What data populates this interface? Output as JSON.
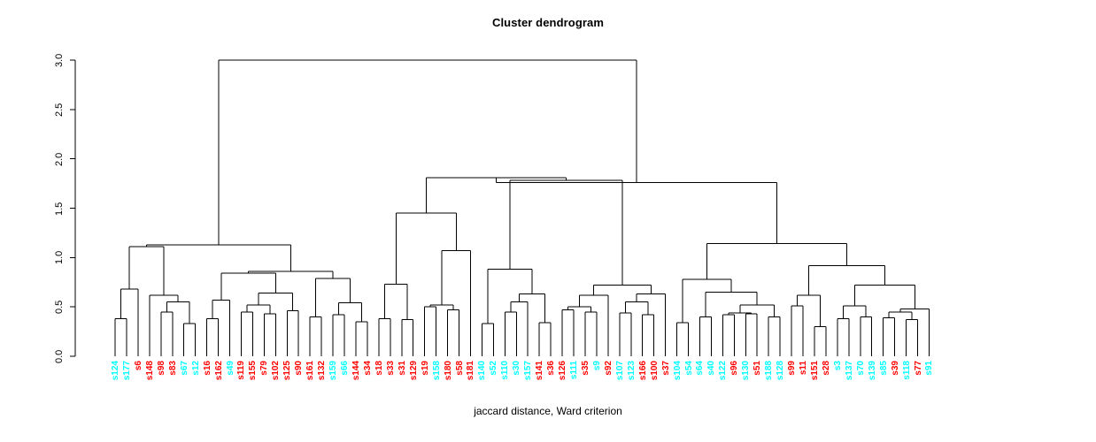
{
  "title": "Cluster dendrogram",
  "xlabel": "jaccard distance, Ward criterion",
  "ylabel": "",
  "colors": {
    "cyan": "#00ffff",
    "red": "#ff0000",
    "line": "#000000",
    "background": "#ffffff"
  },
  "chart_data": {
    "type": "dendrogram",
    "title": "Cluster dendrogram",
    "xlabel": "jaccard distance, Ward criterion",
    "ylabel": "",
    "ylim": [
      0.0,
      3.0
    ],
    "yticks": [
      "0.0",
      "0.5",
      "1.0",
      "1.5",
      "2.0",
      "2.5",
      "3.0"
    ],
    "ytick_values": [
      0.0,
      0.5,
      1.0,
      1.5,
      2.0,
      2.5,
      3.0
    ],
    "grid": false,
    "legend": "none",
    "n_leaves": 71,
    "leaf_labels": [
      "s124",
      "s177",
      "s6",
      "s148",
      "s98",
      "s83",
      "s67",
      "s12",
      "s16",
      "s162",
      "s49",
      "s119",
      "s155",
      "s79",
      "s102",
      "s125",
      "s90",
      "s161",
      "s132",
      "s159",
      "s66",
      "s144",
      "s34",
      "s18",
      "s33",
      "s31",
      "s129",
      "s19",
      "s158",
      "s180",
      "s58",
      "s181",
      "s140",
      "s52",
      "s110",
      "s30",
      "s157",
      "s141",
      "s36",
      "s126",
      "s111",
      "s35",
      "s9",
      "s92",
      "s107",
      "s123",
      "s166",
      "s100",
      "s37",
      "s104",
      "s54",
      "s64",
      "s40",
      "s122",
      "s96",
      "s130",
      "s51",
      "s188",
      "s128",
      "s99",
      "s11",
      "s151",
      "s28",
      "s3",
      "s137",
      "s70",
      "s139",
      "s85",
      "s39",
      "s118",
      "s77",
      "s91"
    ],
    "leaf_colors": [
      "cyan",
      "cyan",
      "red",
      "red",
      "red",
      "red",
      "cyan",
      "cyan",
      "red",
      "red",
      "cyan",
      "red",
      "red",
      "red",
      "red",
      "red",
      "red",
      "red",
      "red",
      "cyan",
      "cyan",
      "red",
      "red",
      "red",
      "red",
      "red",
      "red",
      "red",
      "cyan",
      "red",
      "red",
      "red",
      "cyan",
      "cyan",
      "cyan",
      "cyan",
      "cyan",
      "red",
      "red",
      "red",
      "cyan",
      "red",
      "cyan",
      "red",
      "cyan",
      "cyan",
      "red",
      "red",
      "red",
      "cyan",
      "cyan",
      "cyan",
      "cyan",
      "cyan",
      "red",
      "cyan",
      "red",
      "cyan",
      "cyan",
      "red",
      "red",
      "red",
      "red",
      "cyan",
      "cyan",
      "cyan",
      "cyan",
      "cyan",
      "red",
      "cyan",
      "red",
      "cyan"
    ],
    "merges": [
      {
        "id": "m1",
        "left": "s124",
        "right": "s177",
        "height": 0.38
      },
      {
        "id": "m2",
        "left": "m1",
        "right": "s6",
        "height": 0.68
      },
      {
        "id": "m3",
        "left": "s98",
        "right": "s83",
        "height": 0.45
      },
      {
        "id": "m4",
        "left": "s67",
        "right": "s12",
        "height": 0.33
      },
      {
        "id": "m5",
        "left": "m3",
        "right": "m4",
        "height": 0.55
      },
      {
        "id": "m6",
        "left": "s148",
        "right": "m5",
        "height": 0.62
      },
      {
        "id": "m7",
        "left": "m2",
        "right": "m6",
        "height": 1.11
      },
      {
        "id": "m8",
        "left": "s16",
        "right": "s162",
        "height": 0.38
      },
      {
        "id": "m9",
        "left": "m8",
        "right": "s49",
        "height": 0.57
      },
      {
        "id": "m10",
        "left": "s119",
        "right": "s155",
        "height": 0.45
      },
      {
        "id": "m11",
        "left": "s79",
        "right": "s102",
        "height": 0.43
      },
      {
        "id": "m12",
        "left": "m10",
        "right": "m11",
        "height": 0.52
      },
      {
        "id": "m13",
        "left": "s125",
        "right": "s90",
        "height": 0.46
      },
      {
        "id": "m14",
        "left": "m12",
        "right": "m13",
        "height": 0.64
      },
      {
        "id": "m15",
        "left": "m9",
        "right": "m14",
        "height": 0.84
      },
      {
        "id": "m16",
        "left": "s161",
        "right": "s132",
        "height": 0.4
      },
      {
        "id": "m17",
        "left": "s159",
        "right": "s66",
        "height": 0.42
      },
      {
        "id": "m18",
        "left": "s144",
        "right": "s34",
        "height": 0.35
      },
      {
        "id": "m19",
        "left": "m17",
        "right": "m18",
        "height": 0.54
      },
      {
        "id": "m20",
        "left": "m16",
        "right": "m19",
        "height": 0.79
      },
      {
        "id": "m21",
        "left": "m15",
        "right": "m20",
        "height": 0.86
      },
      {
        "id": "m22",
        "left": "m7",
        "right": "m21",
        "height": 1.13
      },
      {
        "id": "m23",
        "left": "s18",
        "right": "s33",
        "height": 0.38
      },
      {
        "id": "m24",
        "left": "s31",
        "right": "s129",
        "height": 0.37
      },
      {
        "id": "m25",
        "left": "m23",
        "right": "m24",
        "height": 0.73
      },
      {
        "id": "m26",
        "left": "s19",
        "right": "s158",
        "height": 0.5
      },
      {
        "id": "m27",
        "left": "s180",
        "right": "s58",
        "height": 0.47
      },
      {
        "id": "m28",
        "left": "m26",
        "right": "m27",
        "height": 0.52
      },
      {
        "id": "m29",
        "left": "m28",
        "right": "s181",
        "height": 1.07
      },
      {
        "id": "m30",
        "left": "m25",
        "right": "m29",
        "height": 1.45
      },
      {
        "id": "m31",
        "left": "s140",
        "right": "s52",
        "height": 0.33
      },
      {
        "id": "m32",
        "left": "s110",
        "right": "s30",
        "height": 0.45
      },
      {
        "id": "m33",
        "left": "m32",
        "right": "s157",
        "height": 0.55
      },
      {
        "id": "m34",
        "left": "s141",
        "right": "s36",
        "height": 0.34
      },
      {
        "id": "m35",
        "left": "m33",
        "right": "m34",
        "height": 0.63
      },
      {
        "id": "m36",
        "left": "m31",
        "right": "m35",
        "height": 0.88
      },
      {
        "id": "m37",
        "left": "s126",
        "right": "s111",
        "height": 0.47
      },
      {
        "id": "m38",
        "left": "s35",
        "right": "s9",
        "height": 0.45
      },
      {
        "id": "m39",
        "left": "m37",
        "right": "m38",
        "height": 0.5
      },
      {
        "id": "m40",
        "left": "m39",
        "right": "s92",
        "height": 0.62
      },
      {
        "id": "m41",
        "left": "s107",
        "right": "s123",
        "height": 0.44
      },
      {
        "id": "m42",
        "left": "s166",
        "right": "s100",
        "height": 0.42
      },
      {
        "id": "m43",
        "left": "m41",
        "right": "m42",
        "height": 0.55
      },
      {
        "id": "m44",
        "left": "m43",
        "right": "s37",
        "height": 0.63
      },
      {
        "id": "m45",
        "left": "m40",
        "right": "m44",
        "height": 0.72
      },
      {
        "id": "m46",
        "left": "m36",
        "right": "m45",
        "height": 1.78
      },
      {
        "id": "m47",
        "left": "m30",
        "right": "m46",
        "height": 1.81
      },
      {
        "id": "m48",
        "left": "s104",
        "right": "s54",
        "height": 0.34
      },
      {
        "id": "m49",
        "left": "s64",
        "right": "s40",
        "height": 0.4
      },
      {
        "id": "m50",
        "left": "s122",
        "right": "s96",
        "height": 0.42
      },
      {
        "id": "m51",
        "left": "s130",
        "right": "s51",
        "height": 0.43
      },
      {
        "id": "m52",
        "left": "m50",
        "right": "m51",
        "height": 0.44
      },
      {
        "id": "m53",
        "left": "s188",
        "right": "s128",
        "height": 0.4
      },
      {
        "id": "m54",
        "left": "m52",
        "right": "m53",
        "height": 0.52
      },
      {
        "id": "m55",
        "left": "m49",
        "right": "m54",
        "height": 0.65
      },
      {
        "id": "m56",
        "left": "m48",
        "right": "m55",
        "height": 0.78
      },
      {
        "id": "m57",
        "left": "s99",
        "right": "s11",
        "height": 0.51
      },
      {
        "id": "m58",
        "left": "s151",
        "right": "s28",
        "height": 0.3
      },
      {
        "id": "m59",
        "left": "m57",
        "right": "m58",
        "height": 0.62
      },
      {
        "id": "m60",
        "left": "s3",
        "right": "s137",
        "height": 0.38
      },
      {
        "id": "m61",
        "left": "s70",
        "right": "s139",
        "height": 0.4
      },
      {
        "id": "m62",
        "left": "m60",
        "right": "m61",
        "height": 0.51
      },
      {
        "id": "m63",
        "left": "s85",
        "right": "s39",
        "height": 0.39
      },
      {
        "id": "m64",
        "left": "s118",
        "right": "s77",
        "height": 0.37
      },
      {
        "id": "m65",
        "left": "m63",
        "right": "m64",
        "height": 0.45
      },
      {
        "id": "m66",
        "left": "m65",
        "right": "s91",
        "height": 0.48
      },
      {
        "id": "m67",
        "left": "m62",
        "right": "m66",
        "height": 0.72
      },
      {
        "id": "m68",
        "left": "m59",
        "right": "m67",
        "height": 0.92
      },
      {
        "id": "m69",
        "left": "m56",
        "right": "m68",
        "height": 1.14
      },
      {
        "id": "m70",
        "left": "m47",
        "right": "m69",
        "height": 1.76
      },
      {
        "id": "m71",
        "left": "m22",
        "right": "m70",
        "height": 3.0
      }
    ]
  },
  "geometry": {
    "axis_x": 85,
    "baseline_y": 403,
    "top_y": 68,
    "leaf_start_x": 130,
    "leaf_step": 12.95,
    "tick_len": 6,
    "label_offset": 5
  }
}
